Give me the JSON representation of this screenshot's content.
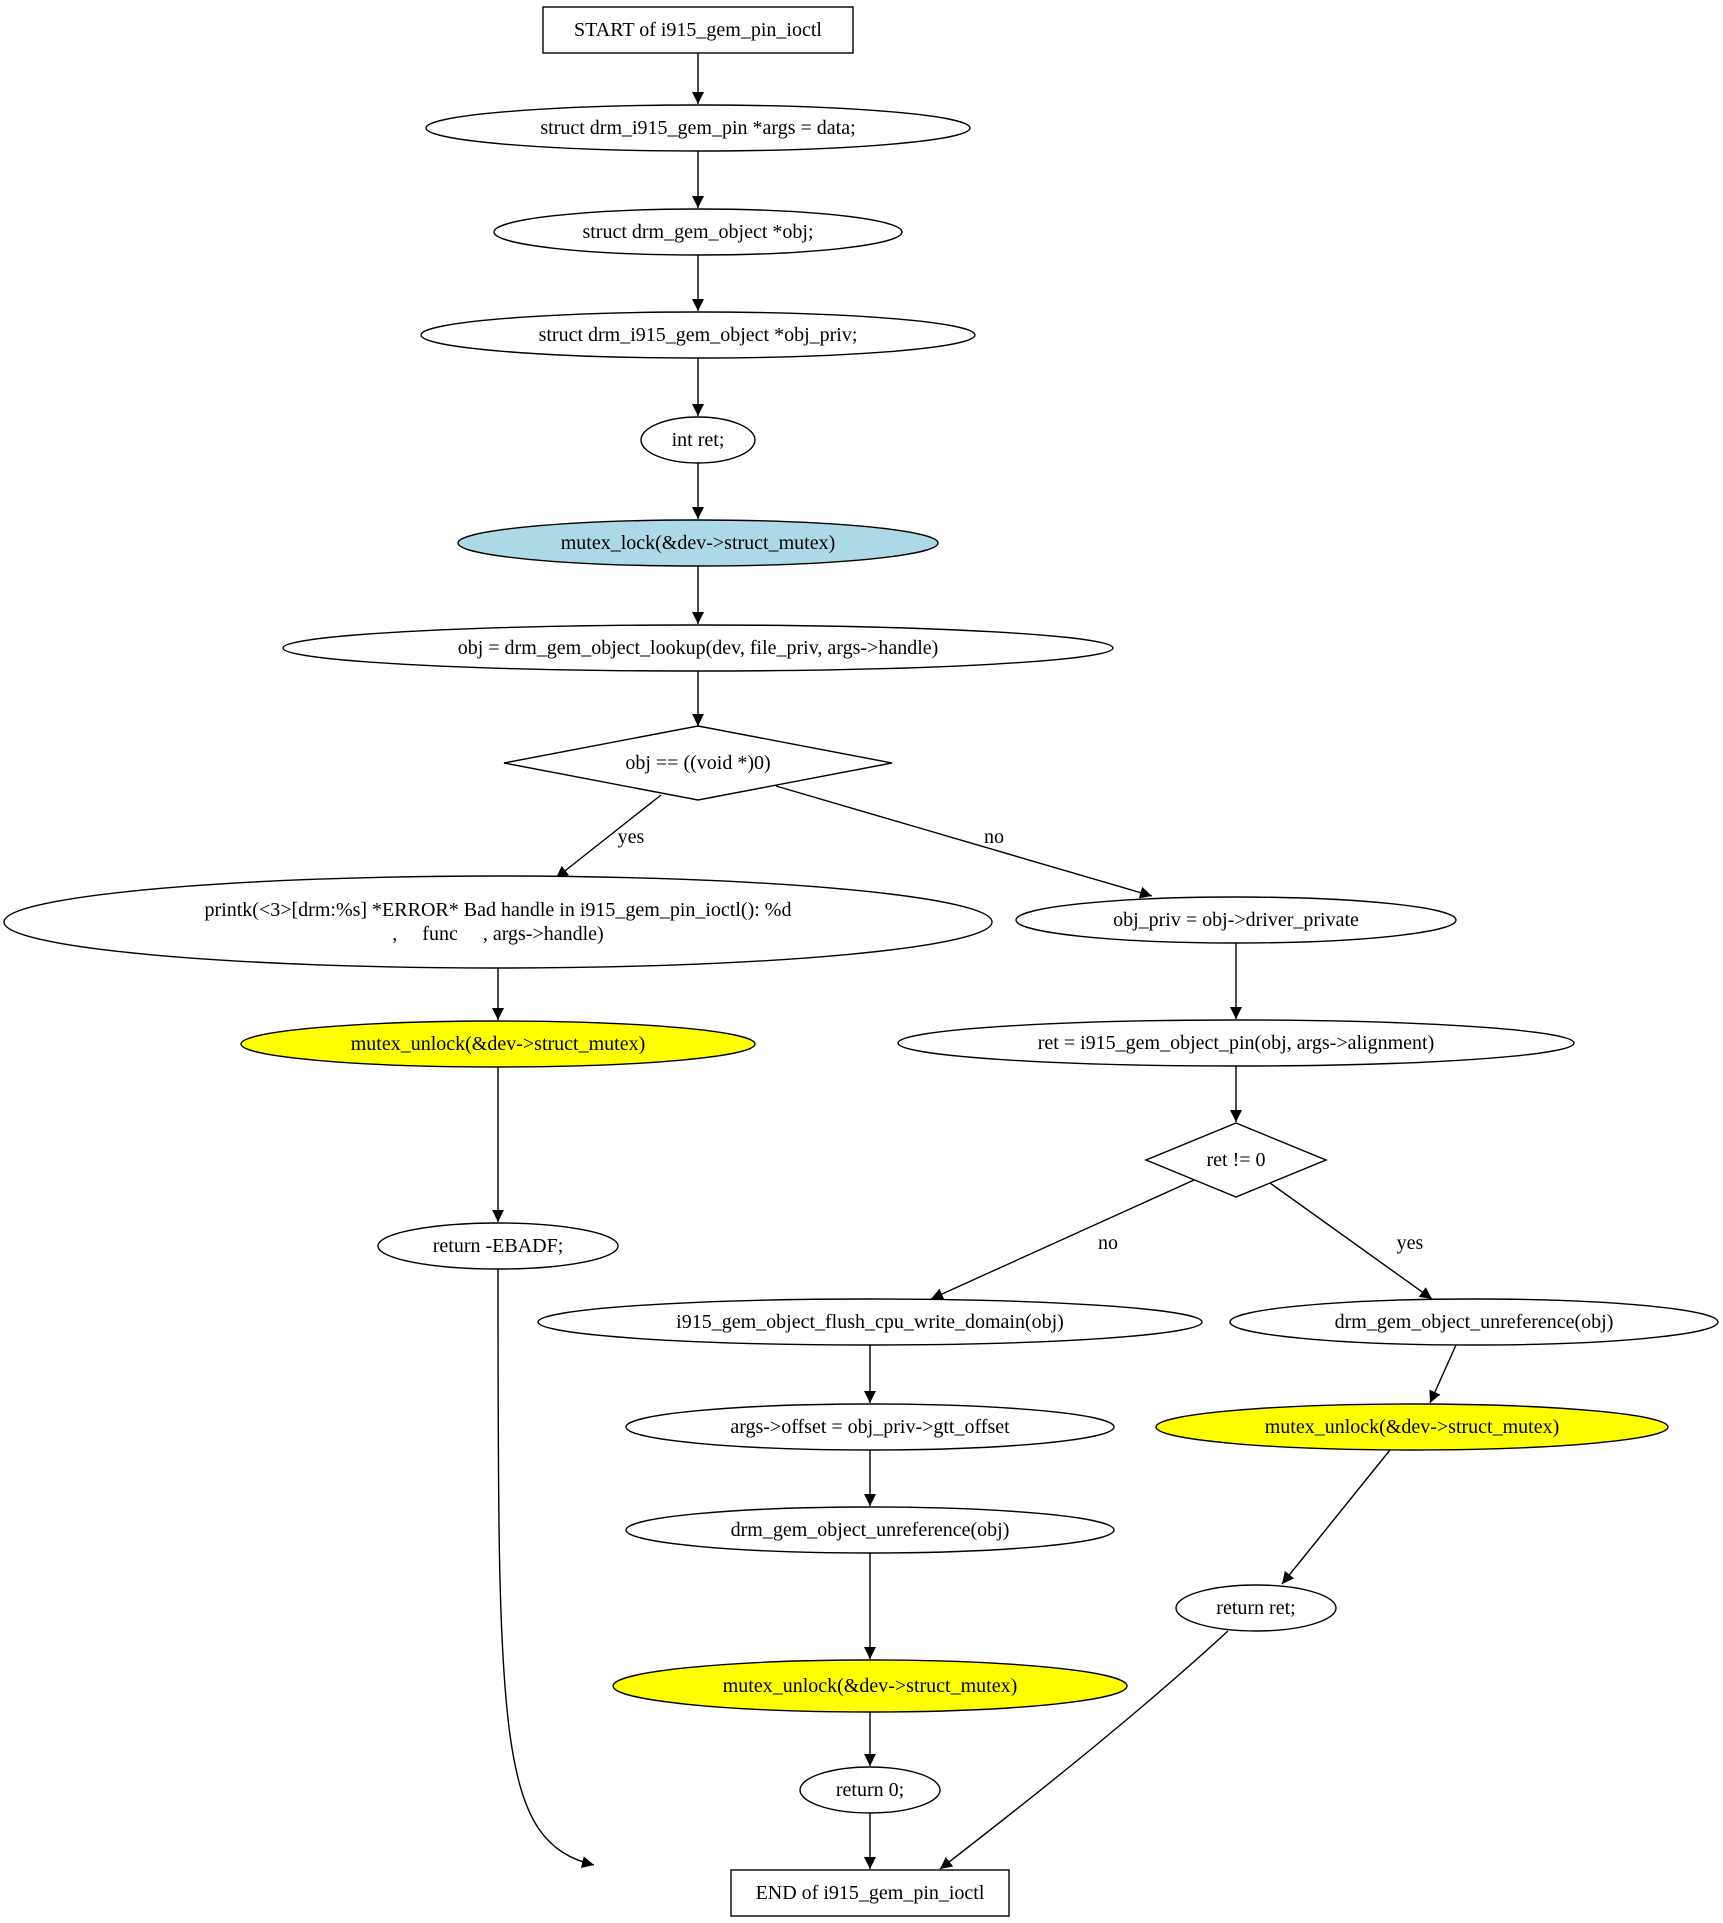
{
  "colors": {
    "stroke": "#000000",
    "default_fill": "#ffffff",
    "lock_fill": "#add8e6",
    "unlock_fill": "#ffff00"
  },
  "nodes": [
    {
      "id": "start",
      "shape": "box",
      "label": "START of i915_gem_pin_ioctl"
    },
    {
      "id": "decl_args",
      "shape": "ellipse",
      "label": "struct drm_i915_gem_pin *args = data;"
    },
    {
      "id": "decl_obj",
      "shape": "ellipse",
      "label": "struct drm_gem_object *obj;"
    },
    {
      "id": "decl_obj_priv",
      "shape": "ellipse",
      "label": "struct drm_i915_gem_object *obj_priv;"
    },
    {
      "id": "decl_ret",
      "shape": "ellipse",
      "label": "int ret;"
    },
    {
      "id": "mutex_lock",
      "shape": "ellipse",
      "fill": "lock",
      "label": "mutex_lock(&dev->struct_mutex)"
    },
    {
      "id": "lookup",
      "shape": "ellipse",
      "label": "obj = drm_gem_object_lookup(dev, file_priv, args->handle)"
    },
    {
      "id": "check_obj",
      "shape": "diamond",
      "label": "obj == ((void *)0)"
    },
    {
      "id": "printk",
      "shape": "ellipse",
      "label_lines": [
        "printk(<3>[drm:%s] *ERROR* Bad handle in i915_gem_pin_ioctl(): %d",
        ",     func     , args->handle)"
      ]
    },
    {
      "id": "unlock_a",
      "shape": "ellipse",
      "fill": "unlock",
      "label": "mutex_unlock(&dev->struct_mutex)"
    },
    {
      "id": "return_ebadf",
      "shape": "ellipse",
      "label": "return -EBADF;"
    },
    {
      "id": "assign_priv",
      "shape": "ellipse",
      "label": "obj_priv = obj->driver_private"
    },
    {
      "id": "pin",
      "shape": "ellipse",
      "label": "ret = i915_gem_object_pin(obj, args->alignment)"
    },
    {
      "id": "check_ret",
      "shape": "diamond",
      "label": "ret != 0"
    },
    {
      "id": "flush",
      "shape": "ellipse",
      "label": "i915_gem_object_flush_cpu_write_domain(obj)"
    },
    {
      "id": "offset",
      "shape": "ellipse",
      "label": "args->offset = obj_priv->gtt_offset"
    },
    {
      "id": "unref_ok",
      "shape": "ellipse",
      "label": "drm_gem_object_unreference(obj)"
    },
    {
      "id": "unlock_ok",
      "shape": "ellipse",
      "fill": "unlock",
      "label": "mutex_unlock(&dev->struct_mutex)"
    },
    {
      "id": "return_0",
      "shape": "ellipse",
      "label": "return 0;"
    },
    {
      "id": "unref_err",
      "shape": "ellipse",
      "label": "drm_gem_object_unreference(obj)"
    },
    {
      "id": "unlock_err",
      "shape": "ellipse",
      "fill": "unlock",
      "label": "mutex_unlock(&dev->struct_mutex)"
    },
    {
      "id": "return_ret",
      "shape": "ellipse",
      "label": "return ret;"
    },
    {
      "id": "end",
      "shape": "box",
      "label": "END of i915_gem_pin_ioctl"
    }
  ],
  "edges": [
    {
      "from": "start",
      "to": "decl_args"
    },
    {
      "from": "decl_args",
      "to": "decl_obj"
    },
    {
      "from": "decl_obj",
      "to": "decl_obj_priv"
    },
    {
      "from": "decl_obj_priv",
      "to": "decl_ret"
    },
    {
      "from": "decl_ret",
      "to": "mutex_lock"
    },
    {
      "from": "mutex_lock",
      "to": "lookup"
    },
    {
      "from": "lookup",
      "to": "check_obj"
    },
    {
      "from": "check_obj",
      "to": "printk",
      "label": "yes"
    },
    {
      "from": "check_obj",
      "to": "assign_priv",
      "label": "no"
    },
    {
      "from": "printk",
      "to": "unlock_a"
    },
    {
      "from": "unlock_a",
      "to": "return_ebadf"
    },
    {
      "from": "return_ebadf",
      "to": "end"
    },
    {
      "from": "assign_priv",
      "to": "pin"
    },
    {
      "from": "pin",
      "to": "check_ret"
    },
    {
      "from": "check_ret",
      "to": "flush",
      "label": "no"
    },
    {
      "from": "check_ret",
      "to": "unref_err",
      "label": "yes"
    },
    {
      "from": "flush",
      "to": "offset"
    },
    {
      "from": "offset",
      "to": "unref_ok"
    },
    {
      "from": "unref_ok",
      "to": "unlock_ok"
    },
    {
      "from": "unlock_ok",
      "to": "return_0"
    },
    {
      "from": "return_0",
      "to": "end"
    },
    {
      "from": "unref_err",
      "to": "unlock_err"
    },
    {
      "from": "unlock_err",
      "to": "return_ret"
    },
    {
      "from": "return_ret",
      "to": "end"
    }
  ]
}
